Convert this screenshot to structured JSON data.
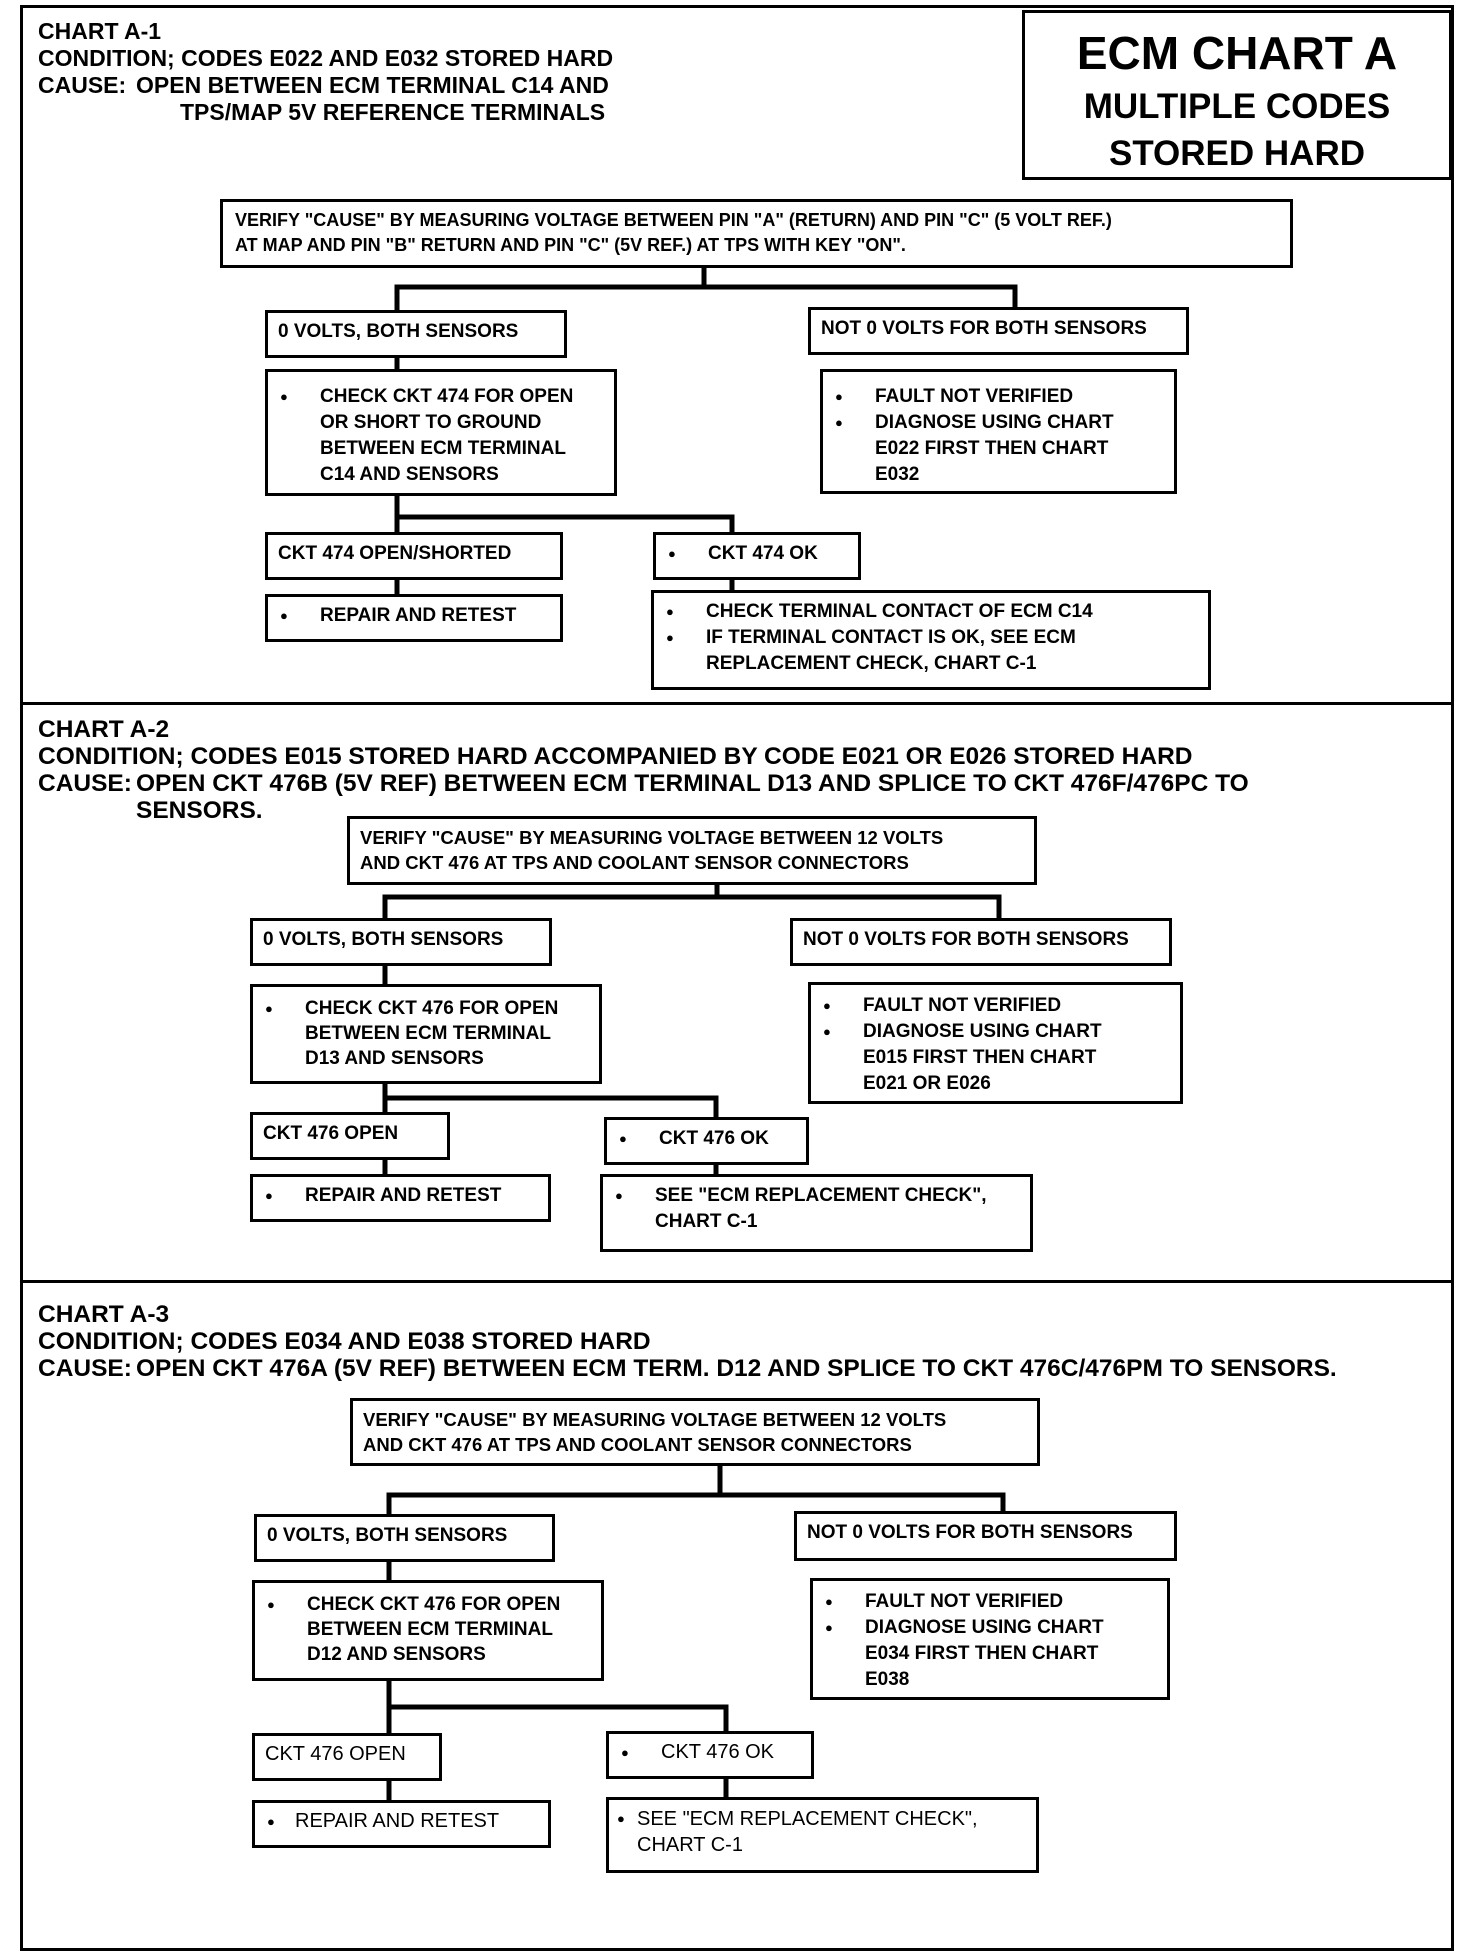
{
  "header": {
    "title": "ECM CHART A",
    "subtitle_line1": "MULTIPLE CODES",
    "subtitle_line2": "STORED HARD"
  },
  "chart_a1": {
    "heading": "CHART A-1",
    "condition_label": "CONDITION;",
    "condition": "CODES E022 AND E032 STORED HARD",
    "cause_label": "CAUSE:",
    "cause_line1": "OPEN BETWEEN ECM TERMINAL C14 AND",
    "cause_line2": "TPS/MAP 5V REFERENCE TERMINALS",
    "verify_line1": "VERIFY \"CAUSE\" BY MEASURING VOLTAGE BETWEEN PIN \"A\" (RETURN) AND PIN \"C\" (5 VOLT REF.)",
    "verify_line2": "AT MAP AND PIN \"B\" RETURN AND PIN \"C\" (5V REF.) AT TPS WITH KEY \"ON\".",
    "zero_volts": "0 VOLTS, BOTH SENSORS",
    "not_zero_volts": "NOT 0 VOLTS FOR BOTH SENSORS",
    "check_lines": [
      "CHECK CKT 474 FOR OPEN",
      "OR SHORT TO GROUND",
      "BETWEEN ECM TERMINAL",
      "C14 AND SENSORS"
    ],
    "fault_line1": "FAULT NOT VERIFIED",
    "diagnose_lines": [
      "DIAGNOSE USING CHART",
      "E022 FIRST THEN CHART",
      "E032"
    ],
    "open_result": "CKT 474 OPEN/SHORTED",
    "ok_result": "CKT 474 OK",
    "repair": "REPAIR AND RETEST",
    "terminal_line1": "CHECK TERMINAL CONTACT OF ECM C14",
    "terminal_lines": [
      "IF TERMINAL CONTACT IS OK, SEE ECM",
      "REPLACEMENT CHECK, CHART C-1"
    ]
  },
  "chart_a2": {
    "heading": "CHART A-2",
    "condition_label": "CONDITION;",
    "condition": "CODES E015 STORED HARD ACCOMPANIED BY CODE E021 OR E026 STORED HARD",
    "cause_label": "CAUSE:",
    "cause_line1": "OPEN CKT 476B (5V REF) BETWEEN ECM TERMINAL D13 AND SPLICE TO CKT 476F/476PC TO",
    "cause_line2": "SENSORS.",
    "verify_line1": "VERIFY \"CAUSE\" BY MEASURING VOLTAGE BETWEEN 12 VOLTS",
    "verify_line2": "AND CKT 476 AT TPS AND COOLANT SENSOR CONNECTORS",
    "zero_volts": "0 VOLTS, BOTH SENSORS",
    "not_zero_volts": "NOT 0 VOLTS FOR BOTH SENSORS",
    "check_lines": [
      "CHECK CKT 476 FOR OPEN",
      "BETWEEN ECM TERMINAL",
      "D13 AND SENSORS"
    ],
    "fault_line1": "FAULT NOT VERIFIED",
    "diagnose_lines": [
      "DIAGNOSE USING CHART",
      "E015 FIRST THEN CHART",
      "E021 OR E026"
    ],
    "open_result": "CKT 476 OPEN",
    "ok_result": "CKT 476 OK",
    "repair": "REPAIR AND RETEST",
    "see_lines": [
      "SEE \"ECM REPLACEMENT CHECK\",",
      "CHART C-1"
    ]
  },
  "chart_a3": {
    "heading": "CHART A-3",
    "condition_label": "CONDITION;",
    "condition": "CODES E034 AND E038 STORED HARD",
    "cause_label": "CAUSE:",
    "cause_line1": "OPEN CKT 476A (5V REF) BETWEEN ECM TERM. D12 AND SPLICE TO CKT 476C/476PM TO SENSORS.",
    "verify_line1": "VERIFY \"CAUSE\" BY MEASURING VOLTAGE BETWEEN 12 VOLTS",
    "verify_line2": "AND CKT 476 AT TPS AND COOLANT SENSOR CONNECTORS",
    "zero_volts": "0 VOLTS, BOTH SENSORS",
    "not_zero_volts": "NOT 0 VOLTS FOR BOTH SENSORS",
    "check_lines": [
      "CHECK CKT 476 FOR OPEN",
      "BETWEEN ECM TERMINAL",
      "D12 AND SENSORS"
    ],
    "fault_line1": "FAULT NOT VERIFIED",
    "diagnose_lines": [
      "DIAGNOSE USING CHART",
      "E034 FIRST THEN CHART",
      "E038"
    ],
    "open_result": "CKT 476 OPEN",
    "ok_result": "CKT 476 OK",
    "repair": "REPAIR AND RETEST",
    "see_lines": [
      "SEE \"ECM REPLACEMENT CHECK\",",
      "CHART C-1"
    ]
  }
}
